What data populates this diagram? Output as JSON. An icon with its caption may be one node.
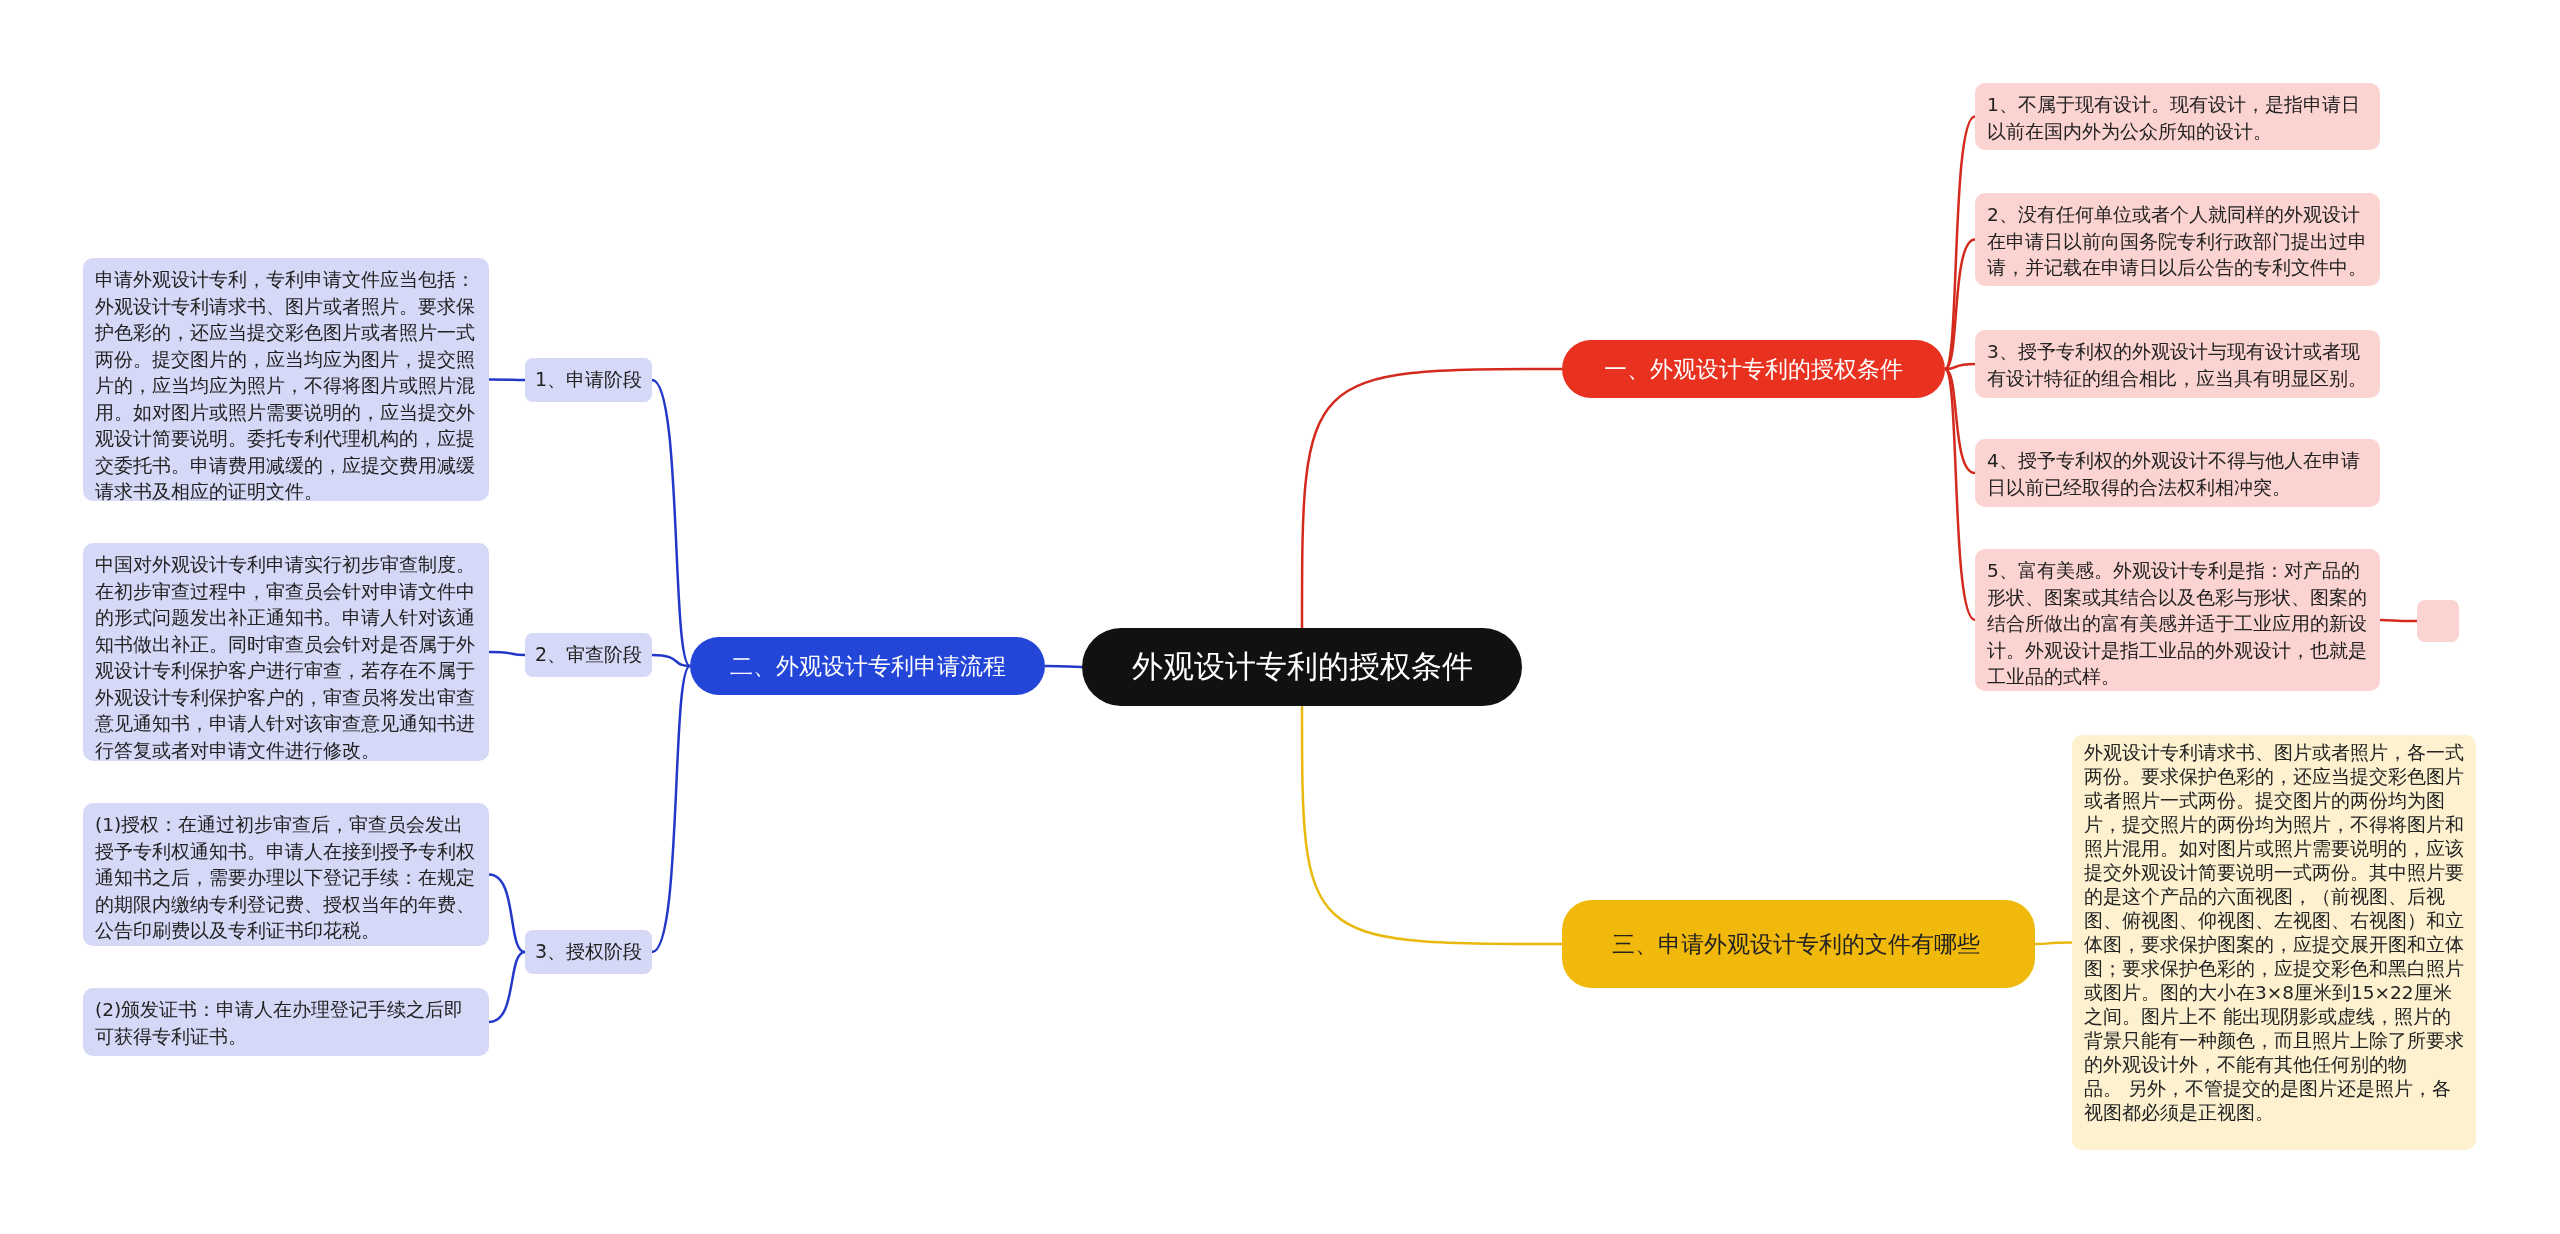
{
  "diagram": {
    "nodes": [
      {
        "text": [
          "外观设计专利的授权条件"
        ]
      },
      {
        "text": [
          "一、外观设计专利的授权条件"
        ]
      },
      {
        "text": [
          "1、不属于现有设计。现有设计，是指申请日以前在国内外为公众所知的设计。"
        ]
      },
      {
        "text": [
          "2、没有任何单位或者个人就同样的外观设计在申请日以前向国务院专利行政部门提出过申请，并记载在申请日以后公告的专利文件中。"
        ]
      },
      {
        "text": [
          "3、授予专利权的外观设计与现有设计或者现有设计特征的组合相比，应当具有明显区别。"
        ]
      },
      {
        "text": [
          "4、授予专利权的外观设计不得与他人在申请日以前已经取得的合法权利相冲突。"
        ]
      },
      {
        "text": [
          "5、富有美感。外观设计专利是指：对产品的形状、图案或其结合以及色彩与形状、图案的结合所做出的富有美感并适于工业应用的新设计。外观设计是指工业品的外观设计，也就是工业品的式样。"
        ]
      },
      {
        "text": [],
        "shape": "box"
      },
      {
        "text": [
          "二、外观设计专利申请流程"
        ]
      },
      {
        "text": [
          "1、申请阶段"
        ]
      },
      {
        "text": [
          "2、审查阶段"
        ]
      },
      {
        "text": [
          "3、授权阶段"
        ]
      },
      {
        "text": [
          "申请外观设计专利，专利申请文件应当包括：外观设计专利请求书、图片或者照片。要求保护色彩的，还应当提交彩色图片或者照片一式两份。提交图片的，应当均应为图片，提交照片的，应当均应为照片，不得将图片或照片混用。如对图片或照片需要说明的，应当提交外观设计简要说明。委托专利代理机构的，应提交委托书。申请费用减缓的，应提交费用减缓请求书及相应的证明文件。"
        ]
      },
      {
        "text": [
          "中国对外观设计专利申请实行初步审查制度。在初步审查过程中，审查员会针对申请文件中的形式问题发出补正通知书。申请人针对该通知书做出补正。同时审查员会针对是否属于外观设计专利保护客户进行审查，若存在不属于外观设计专利保护客户的，审查员将发出审查意见通知书，申请人针对该审查意见通知书进行答复或者对申请文件进行修改。"
        ]
      },
      {
        "text": [
          "(1)授权：在通过初步审查后，审查员会发出授予专利权通知书。申请人在接到授予专利权通知书之后，需要办理以下登记手续：在规定的期限内缴纳专利登记费、授权当年的年费、公告印刷费以及专利证书印花税。"
        ]
      },
      {
        "text": [
          "(2)颁发证书：申请人在办理登记手续之后即可获得专利证书。"
        ]
      },
      {
        "text": [
          "三、申请外观设计专利的文件有哪些"
        ]
      },
      {
        "text": [
          "外观设计专利请求书、图片或者照片，各一式两份。要求保护色彩的，还应当提交彩色图片或者照片一式两份。提交图片的两份均为图片，提交照片的两份均为照片，不得将图片和照片混用。如对图片或照片需要说明的，应该提交外观设计简要说明一式两份。其中照片要的是这个产品的六面视图，（前视图、后视图、俯视图、仰视图、左视图、右视图）和立体图，要求保护图案的，应提交展开图和立体图；要求保护色彩的，应提交彩色和黑白照片或图片。图的大小在3×8厘米到15×22厘米之间。图片上不 能出现阴影或虚线，照片的背景只能有一种颜色，而且照片上除了所要求的外观设计外，不能有其他任何别的物品。 另外，不管提交的是图片还是照片，各视图都必须是正视图。"
        ]
      }
    ],
    "edges": [
      {
        "from": 0,
        "to": 1,
        "arrow": "none",
        "color": "#d42a1e"
      },
      {
        "from": 1,
        "to": 2,
        "arrow": "none",
        "color": "#d42a1e"
      },
      {
        "from": 1,
        "to": 3,
        "arrow": "none",
        "color": "#d42a1e"
      },
      {
        "from": 1,
        "to": 4,
        "arrow": "none",
        "color": "#d42a1e"
      },
      {
        "from": 1,
        "to": 5,
        "arrow": "none",
        "color": "#d42a1e"
      },
      {
        "from": 1,
        "to": 6,
        "arrow": "none",
        "color": "#d42a1e"
      },
      {
        "from": 6,
        "to": 7,
        "arrow": "none",
        "color": "#d42a1e"
      },
      {
        "from": 0,
        "to": 8,
        "arrow": "none",
        "color": "#2238c8"
      },
      {
        "from": 8,
        "to": 9,
        "arrow": "none",
        "color": "#2238c8"
      },
      {
        "from": 8,
        "to": 10,
        "arrow": "none",
        "color": "#2238c8"
      },
      {
        "from": 8,
        "to": 11,
        "arrow": "none",
        "color": "#2238c8"
      },
      {
        "from": 9,
        "to": 12,
        "arrow": "none",
        "color": "#2238c8"
      },
      {
        "from": 10,
        "to": 13,
        "arrow": "none",
        "color": "#2238c8"
      },
      {
        "from": 11,
        "to": 14,
        "arrow": "none",
        "color": "#2238c8"
      },
      {
        "from": 11,
        "to": 15,
        "arrow": "none",
        "color": "#2238c8"
      },
      {
        "from": 0,
        "to": 16,
        "arrow": "none",
        "color": "#e8b90c"
      },
      {
        "from": 16,
        "to": 17,
        "arrow": "none",
        "color": "#e8b90c"
      }
    ]
  }
}
